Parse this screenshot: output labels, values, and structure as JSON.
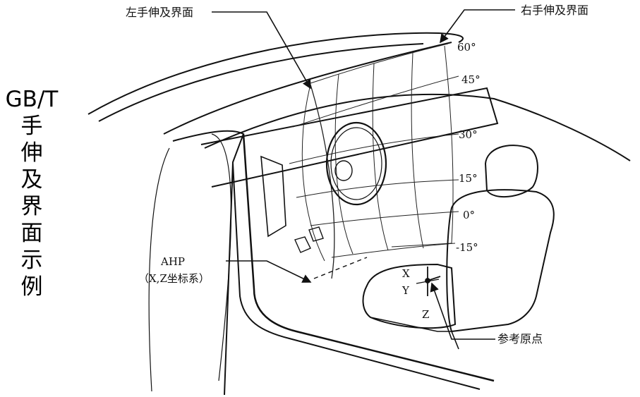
{
  "side_title": {
    "line1": "GB/T",
    "chars": [
      "手",
      "伸",
      "及",
      "界",
      "面",
      "示",
      "例"
    ]
  },
  "labels": {
    "left_reach": "左手伸及界面",
    "right_reach": "右手伸及界面",
    "ahp": "AHP",
    "ahp_note": "（X,Z坐标系）",
    "reference_point": "参考原点",
    "axis_x": "X",
    "axis_y": "Y",
    "axis_z": "Z"
  },
  "angles": [
    "60°",
    "45°",
    "30°",
    "15°",
    "0°",
    "-15°"
  ],
  "colors": {
    "line": "#111111",
    "background": "#ffffff"
  }
}
